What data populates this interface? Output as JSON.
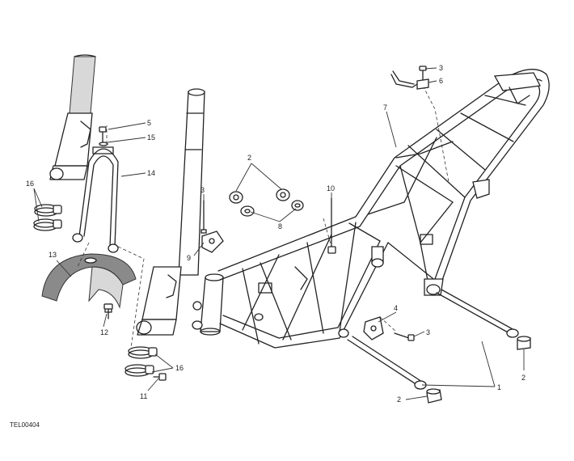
{
  "diagram_code": "TEL00404",
  "callouts": {
    "c1": "1",
    "c2a": "2",
    "c2b": "2",
    "c2c": "2",
    "c3a": "3",
    "c3b": "3",
    "c3c": "3",
    "c4": "4",
    "c5": "5",
    "c6": "6",
    "c7": "7",
    "c8": "8",
    "c9": "9",
    "c10": "10",
    "c11": "11",
    "c12": "12",
    "c13": "13",
    "c14": "14",
    "c15": "15",
    "c16a": "16",
    "c16b": "16"
  },
  "colors": {
    "line": "#222222",
    "shade": "#8a8a8a",
    "background": "#ffffff"
  }
}
